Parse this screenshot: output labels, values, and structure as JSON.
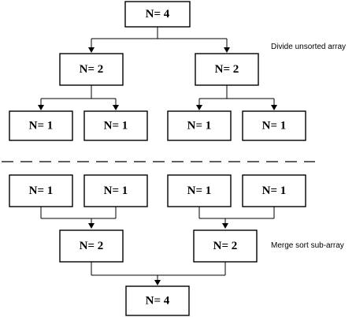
{
  "diagram": {
    "divide_label": "Divide unsorted array",
    "merge_label": "Merge sort sub-array",
    "divide_nodes": {
      "root": "N= 4",
      "left": "N= 2",
      "right": "N= 2",
      "leaf_1": "N= 1",
      "leaf_2": "N= 1",
      "leaf_3": "N= 1",
      "leaf_4": "N= 1"
    },
    "merge_nodes": {
      "leaf_1": "N= 1",
      "leaf_2": "N= 1",
      "leaf_3": "N= 1",
      "leaf_4": "N= 1",
      "left": "N= 2",
      "right": "N= 2",
      "root": "N= 4"
    },
    "edges": [
      {
        "from": "divide.root",
        "to": "divide.left"
      },
      {
        "from": "divide.root",
        "to": "divide.right"
      },
      {
        "from": "divide.left",
        "to": "divide.leaf_1"
      },
      {
        "from": "divide.left",
        "to": "divide.leaf_2"
      },
      {
        "from": "divide.right",
        "to": "divide.leaf_3"
      },
      {
        "from": "divide.right",
        "to": "divide.leaf_4"
      },
      {
        "from": "merge.leaf_1",
        "to": "merge.left"
      },
      {
        "from": "merge.leaf_2",
        "to": "merge.left"
      },
      {
        "from": "merge.leaf_3",
        "to": "merge.right"
      },
      {
        "from": "merge.leaf_4",
        "to": "merge.right"
      },
      {
        "from": "merge.left",
        "to": "merge.root"
      },
      {
        "from": "merge.right",
        "to": "merge.root"
      }
    ]
  }
}
